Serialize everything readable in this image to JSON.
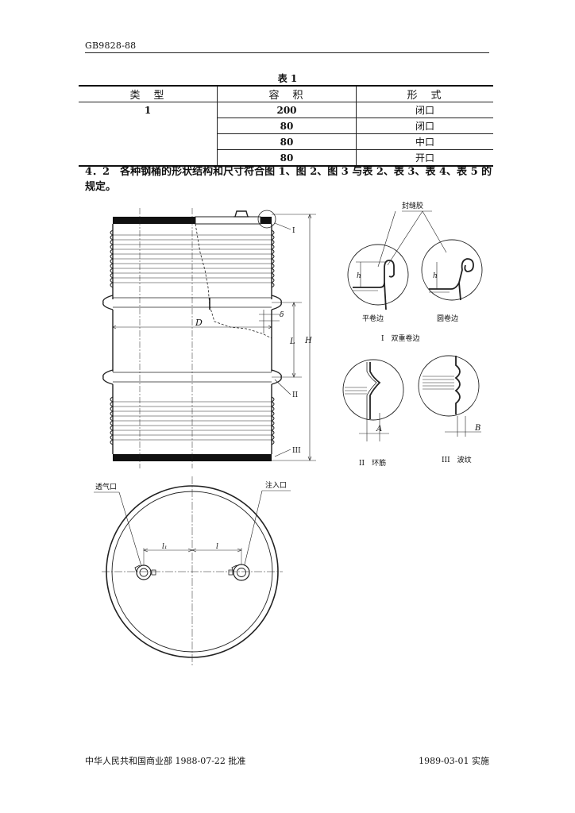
{
  "header": {
    "standard_code": "GB9828-88"
  },
  "table1": {
    "title": "表 1",
    "columns": [
      "类　型",
      "容　积",
      "形　式"
    ],
    "rows": [
      [
        "1",
        "200",
        "闭口"
      ],
      [
        "",
        "80",
        "闭口"
      ],
      [
        "",
        "80",
        "中口"
      ],
      [
        "",
        "80",
        "开口"
      ]
    ]
  },
  "paragraph": "4．2　各种钢桶的形状结构和尺寸符合图 1、图 2、图 3 与表 2、表 3、表 4、表 5 的规定。",
  "figure1": {
    "labels": {
      "D": "D",
      "delta": "δ",
      "L": "L",
      "H": "H",
      "mark_I": "I",
      "mark_II": "II",
      "mark_III": "III"
    }
  },
  "detail_views": {
    "sealant": "封缝胶",
    "h_left": "h",
    "h_right": "h",
    "flat_seam": "平卷边",
    "round_seam": "圆卷边",
    "title_I": "I　双重卷边",
    "A": "A",
    "B": "B",
    "title_II": "II　环筋",
    "title_III": "III　波纹"
  },
  "top_view": {
    "vent": "透气口",
    "filler": "注入口",
    "l1": "l₁",
    "l": "l"
  },
  "footer": {
    "approval": "中华人民共和国商业部 1988-07-22 批准",
    "implementation": "1989-03-01 实施"
  }
}
